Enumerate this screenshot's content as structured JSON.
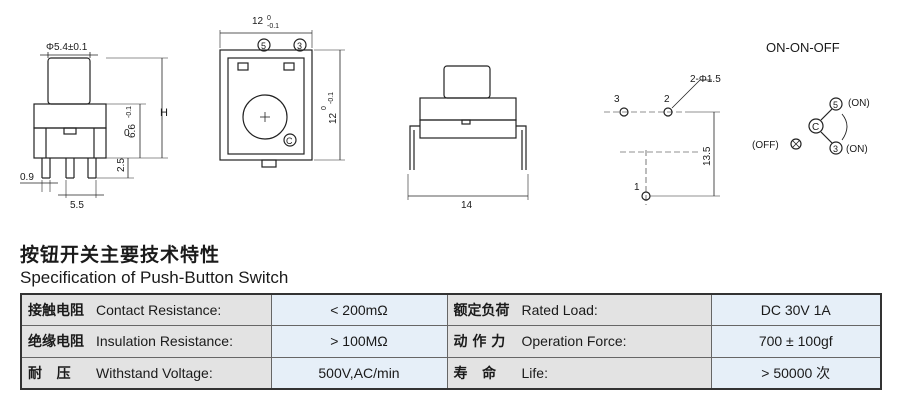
{
  "drawings": {
    "side": {
      "dim_top": "Φ5.4±0.1",
      "dim_h": "H",
      "dim_6_6": "6.6",
      "dim_6_6_tol_up": "0",
      "dim_6_6_tol_dn": "-0.1",
      "dim_2_5": "2.5",
      "dim_0_9": "0.9",
      "dim_5_5": "5.5"
    },
    "top": {
      "dim_12": "12",
      "dim_12_tol_up": "0",
      "dim_12_tol_dn": "-0.1",
      "dim_12v": "12",
      "dim_12v_tol_up": "0",
      "dim_12v_tol_dn": "-0.1",
      "pin5": "5",
      "pin3": "3",
      "pinC": "C"
    },
    "front": {
      "dim_14": "14"
    },
    "pcb": {
      "pin3": "3",
      "pin2": "2",
      "pin1": "1",
      "hole": "2-Φ1.5",
      "dim_13_5": "13.5"
    },
    "schematic": {
      "title": "ON-ON-OFF",
      "pin5": "5",
      "pinC": "C",
      "pin3": "3",
      "on1": "(ON)",
      "on2": "(ON)",
      "off": "(OFF)"
    }
  },
  "spec": {
    "title_cn": "按钮开关主要技术特性",
    "title_en": "Specification of Push-Button Switch",
    "rows": [
      {
        "l_cn": "接触电阻",
        "l_en": "Contact Resistance:",
        "l_val": "< 200mΩ",
        "r_cn": "额定负荷",
        "r_en": "Rated Load:",
        "r_val": "DC 30V 1A"
      },
      {
        "l_cn": "绝缘电阻",
        "l_en": "Insulation Resistance:",
        "l_val": "> 100MΩ",
        "r_cn": "动 作 力",
        "r_en": "Operation Force:",
        "r_val": "700 ± 100gf"
      },
      {
        "l_cn": "耐   压",
        "l_en": "Withstand Voltage:",
        "l_val": "500V,AC/min",
        "r_cn": "寿   命",
        "r_en": "Life:",
        "r_val": "> 50000 次"
      }
    ]
  }
}
